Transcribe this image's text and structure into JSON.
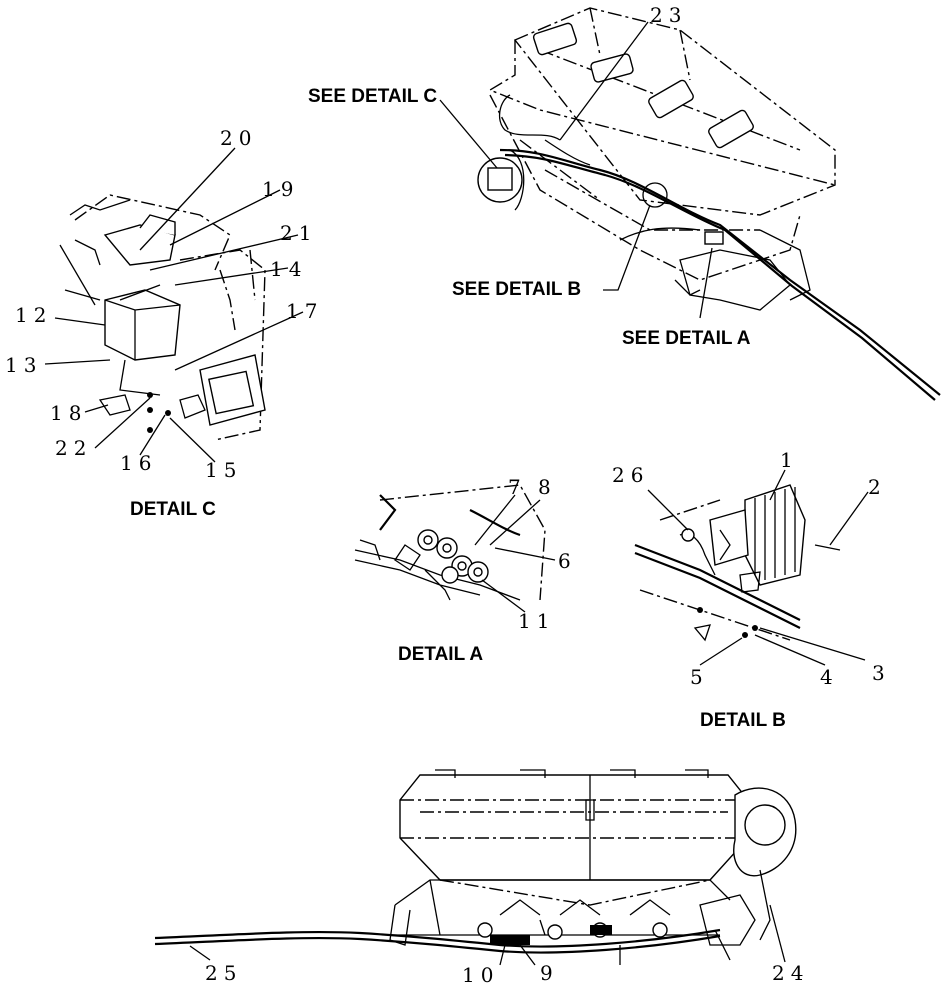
{
  "callouts": {
    "see_detail_c": "SEE DETAIL C",
    "see_detail_b": "SEE DETAIL B",
    "see_detail_a": "SEE DETAIL  A"
  },
  "detail_titles": {
    "c": "DETAIL C",
    "a": "DETAIL  A",
    "b": "DETAIL B"
  },
  "part_numbers": {
    "p1": "1",
    "p2": "2",
    "p3": "3",
    "p4": "4",
    "p5": "5",
    "p6": "6",
    "p7": "7",
    "p8": "8",
    "p9": "9",
    "p10": "10",
    "p11": "11",
    "p12": "12",
    "p13": "13",
    "p14": "14",
    "p15": "15",
    "p16": "16",
    "p17": "17",
    "p18": "18",
    "p19": "19",
    "p20": "20",
    "p21": "21",
    "p22": "22",
    "p23": "23",
    "p24": "24",
    "p25": "25",
    "p26": "26"
  }
}
